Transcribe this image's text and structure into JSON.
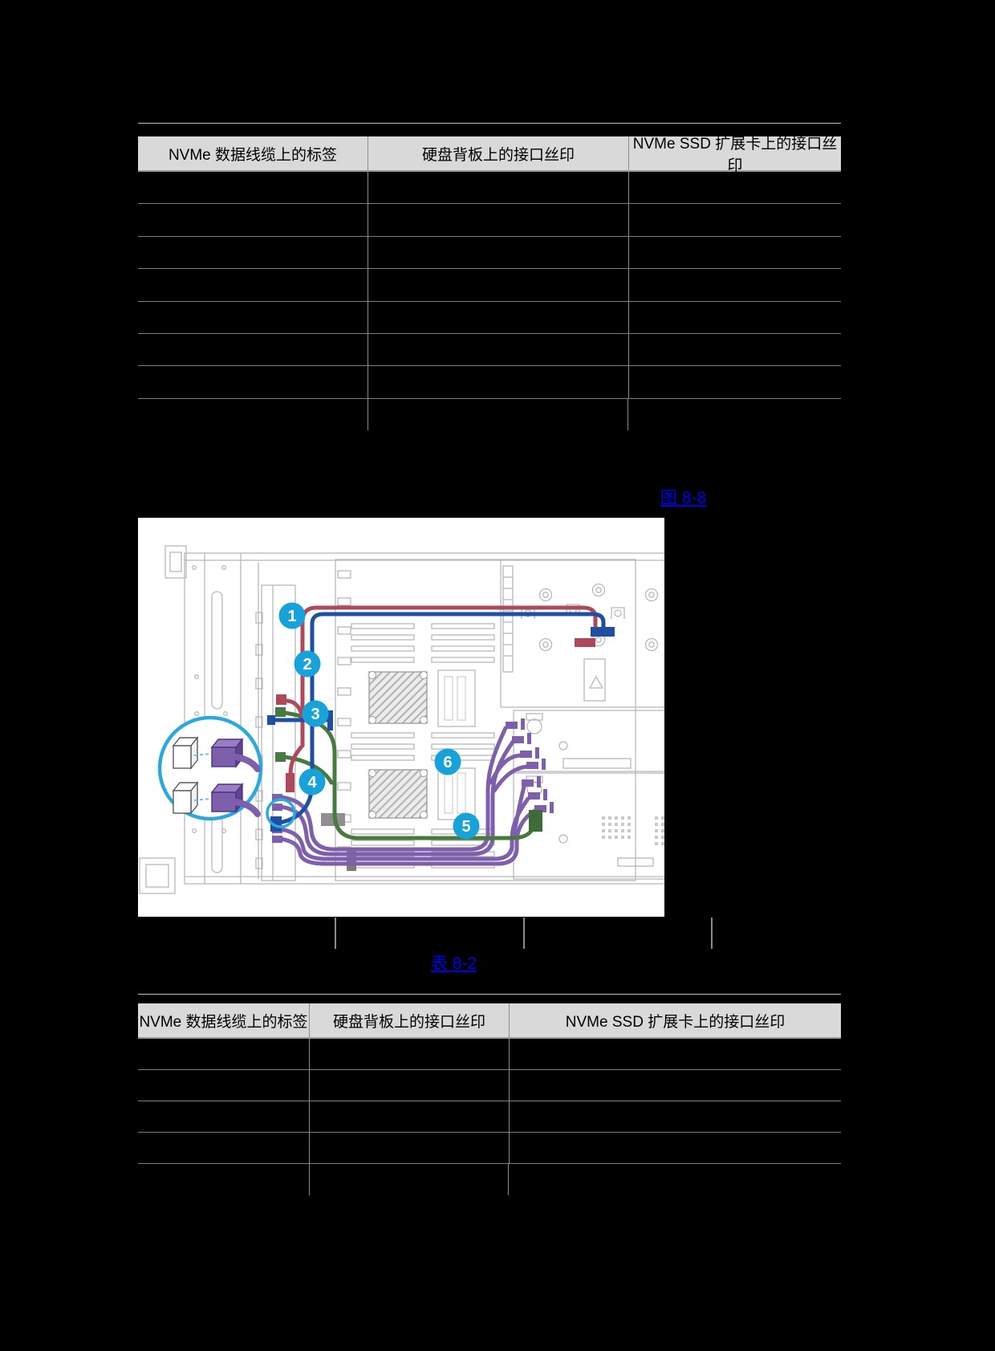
{
  "colors": {
    "link_blue": "#0000ee",
    "header_bg": "#d9d9d9",
    "callout_blue": "#17a2da",
    "magnifier_blue": "#2aa9e0",
    "cable_red": "#b0485c",
    "cable_blue": "#1e4fa2",
    "cable_green": "#477a3e",
    "cable_purple": "#7d5fac"
  },
  "table1": {
    "columns": [
      "NVMe 数据线缆上的标签",
      "硬盘背板上的接口丝印",
      "NVMe SSD 扩展卡上的接口丝印"
    ],
    "rows": [
      [
        "",
        "",
        ""
      ],
      [
        "",
        "",
        ""
      ],
      [
        "",
        "",
        ""
      ],
      [
        "",
        "",
        ""
      ],
      [
        "",
        "",
        ""
      ],
      [
        "",
        "",
        ""
      ],
      [
        "",
        "",
        ""
      ]
    ]
  },
  "links": {
    "figure_ref": "图 8-8",
    "table_ref": "表 8-2"
  },
  "figure": {
    "callouts": [
      "1",
      "2",
      "3",
      "4",
      "5",
      "6"
    ]
  },
  "table2": {
    "columns": [
      "NVMe 数据线缆上的标签",
      "硬盘背板上的接口丝印",
      "NVMe SSD 扩展卡上的接口丝印"
    ],
    "rows": [
      [
        "",
        "",
        ""
      ],
      [
        "",
        "",
        ""
      ],
      [
        "",
        "",
        ""
      ],
      [
        "",
        "",
        ""
      ]
    ]
  }
}
